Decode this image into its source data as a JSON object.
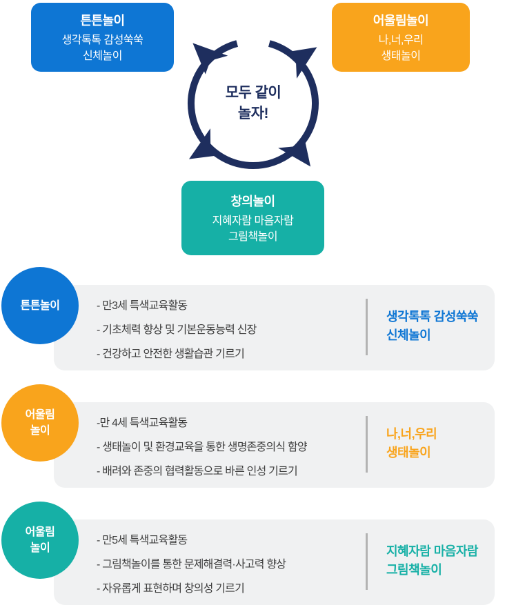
{
  "colors": {
    "blue": "#0e76d4",
    "orange": "#f9a41c",
    "teal": "#16b0a6",
    "navy": "#1e2e5e",
    "panel_bg": "#f0f1f2",
    "divider": "#b3b3b3",
    "bullet_text": "#3d3d3d"
  },
  "cycle": {
    "center_lines": [
      "모두 같이",
      "놀자!"
    ],
    "cards": {
      "blue": {
        "title": "튼튼놀이",
        "lines": [
          "생각톡톡 감성쑥쑥",
          "신체놀이"
        ]
      },
      "orange": {
        "title": "어울림놀이",
        "lines": [
          "나,너,우리",
          "생태놀이"
        ]
      },
      "teal": {
        "title": "창의놀이",
        "lines": [
          "지혜자람 마음자람",
          "그림책놀이"
        ]
      }
    }
  },
  "rows": [
    {
      "badge_lines": [
        "튼튼놀이"
      ],
      "bullets": [
        "- 만3세 특색교육활동",
        "- 기초체력 향상 및 기본운동능력 신장",
        "- 건강하고 안전한 생활습관 기르기"
      ],
      "label_lines": [
        "생각톡톡 감성쑥쑥",
        "신체놀이"
      ],
      "accent": "#0e76d4"
    },
    {
      "badge_lines": [
        "어울림",
        "놀이"
      ],
      "bullets": [
        "-만 4세 특색교육활동",
        "- 생태놀이 및 환경교육을 통한 생명존중의식 함양",
        "- 배려와 존중의 협력활동으로 바른 인성 기르기"
      ],
      "label_lines": [
        "나,너,우리",
        "생태놀이"
      ],
      "accent": "#f9a41c"
    },
    {
      "badge_lines": [
        "어울림",
        "놀이"
      ],
      "bullets": [
        "- 만5세 특색교육활동",
        "- 그림책놀이를 통한 문제해결력·사고력 향상",
        "- 자유롭게 표현하며 창의성 기르기"
      ],
      "label_lines": [
        "지혜자람 마음자람",
        "그림책놀이"
      ],
      "accent": "#16b0a6"
    }
  ]
}
